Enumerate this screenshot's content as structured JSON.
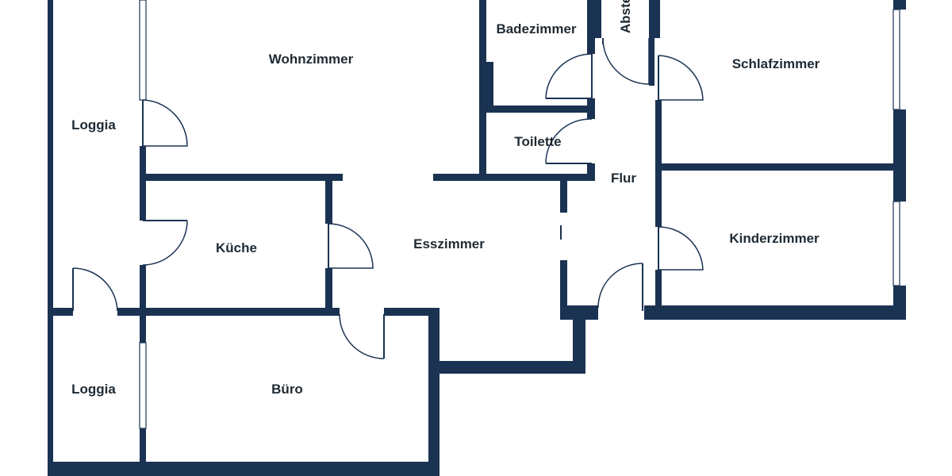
{
  "floorplan": {
    "colors": {
      "wall": "#1b3352",
      "background": "#ffffff",
      "label": "#1f2a33"
    },
    "rooms": {
      "wohnzimmer": "Wohnzimmer",
      "loggia_top": "Loggia",
      "loggia_bottom": "Loggia",
      "kueche": "Küche",
      "esszimmer": "Esszimmer",
      "buero": "Büro",
      "badezimmer": "Badezimmer",
      "toilette": "Toilette",
      "abstell": "Abste",
      "flur": "Flur",
      "schlafzimmer": "Schlafzimmer",
      "kinderzimmer": "Kinderzimmer"
    }
  }
}
